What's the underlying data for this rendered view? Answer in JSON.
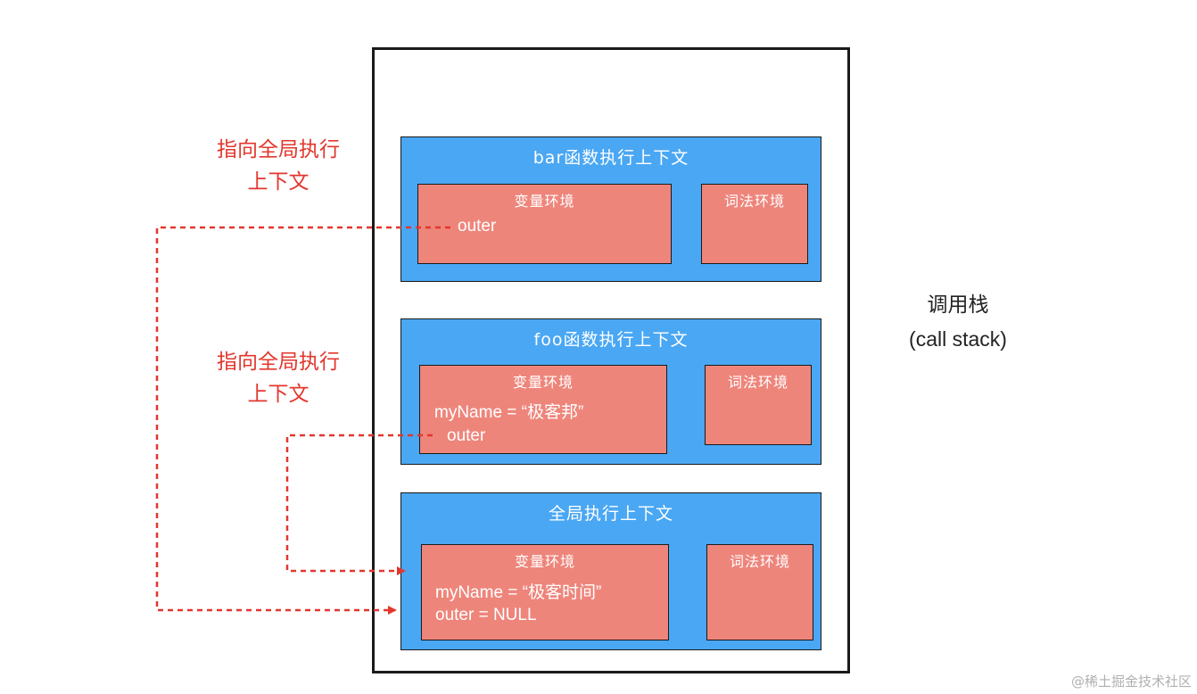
{
  "call_stack": {
    "label_line1": "调用栈",
    "label_line2": "(call stack)"
  },
  "contexts": [
    {
      "title": "bar函数执行上下文",
      "variable_env": {
        "title": "变量环境",
        "lines": [
          "outer"
        ]
      },
      "lexical_env": {
        "title": "词法环境"
      }
    },
    {
      "title": "foo函数执行上下文",
      "variable_env": {
        "title": "变量环境",
        "lines": [
          "myName = “极客邦”",
          "outer"
        ]
      },
      "lexical_env": {
        "title": "词法环境"
      }
    },
    {
      "title": "全局执行上下文",
      "variable_env": {
        "title": "变量环境",
        "lines": [
          "myName = “极客时间”",
          "outer = NULL"
        ]
      },
      "lexical_env": {
        "title": "词法环境"
      }
    }
  ],
  "annotations": [
    {
      "line1": "指向全局执行",
      "line2": "上下文"
    },
    {
      "line1": "指向全局执行",
      "line2": "上下文"
    }
  ],
  "colors": {
    "context_fill": "#4aa7f3",
    "env_fill": "#ee857b",
    "arrow": "#e2372d",
    "border": "#1a1a1a"
  },
  "watermark": "@稀土掘金技术社区"
}
